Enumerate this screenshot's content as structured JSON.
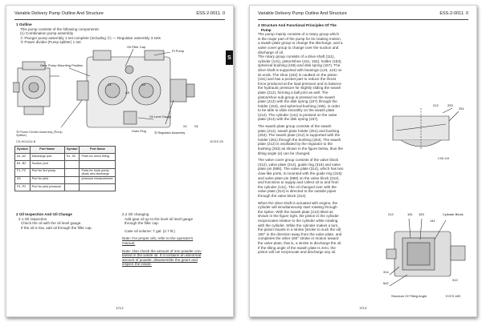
{
  "page1": {
    "header_title": "Variable Delivery Pump Outline And Structure",
    "header_code": "ESS-2-0011. 0",
    "section1": {
      "title": "1  Outline",
      "lines": [
        "This pump consists of the following components:",
        "(1) Combination pump assembly",
        "① Plunger pump assembly 1 set complete (including ②) — Regulator assembly 3 sets",
        "③ Power divider (Pump splitter) 1 set"
      ]
    },
    "figure_labels": {
      "oil_filler_cap": "Oil Filler Cap",
      "gear_pump_mounting": "Gear Pump Mounting Position",
      "pi_pump": "Pi Pump",
      "oil_level_gauge": "Oil Level Gauge",
      "drain_plug": "Drain Plug",
      "power_divider": "③ Power Divider Assembly (Pump Splitter)",
      "regulator": "② Regulator Assembly",
      "fig_id_left": "CS-H0142U-B",
      "fig_id_right": "ECES-3S",
      "a1": "A1",
      "a2": "A2",
      "a3": "A3",
      "s1": "S1",
      "x1": "X1"
    },
    "table": {
      "headers": [
        "Symbol",
        "Port Name",
        "Symbol",
        "Port Name"
      ],
      "rows": [
        [
          "A1, A2",
          "Discharge port",
          "S1, S2",
          "Ports for servo filling"
        ],
        [
          "B1, B2",
          "Suction port",
          "",
          ""
        ],
        [
          "F1, F2",
          "Port for 3rd pump",
          "",
          "Ports for hook pump (leak) and discharge"
        ],
        [
          "A3",
          "Port for pilot",
          "",
          "pressure measurement"
        ],
        [
          "P1, P2",
          "Port for pilot pressure",
          "",
          ""
        ]
      ]
    },
    "section2": {
      "title": "2  Oil Inspection And Oil Change",
      "sub1": "2.1 Oil inspection",
      "lines1": [
        "Check the oil with the oil level gauge.",
        "If the oil is low, add oil through the filler cap."
      ],
      "sub2": "2.2 Oil changing",
      "lines2": [
        "Add gear oil up to the level        oil level gauge",
        "through the filler cap.",
        "",
        "Case oil volume:  7 gal. (2.7 lit.)",
        ""
      ],
      "note1": [
        "Note: For proper oils, refer to the operator's",
        "manual."
      ],
      "note2": [
        "Note: Also check the amount of iron powder con-",
        "tained in the waste oil. If it contains an abnormal",
        "amount of powder, disassemble the gears and",
        "inspect the inside."
      ]
    },
    "side_tab": "S",
    "footer": "1/12"
  },
  "page2": {
    "header_title": "Variable Delivery Pump Outline And Structure",
    "header_code": "ESS-2-0011. 0",
    "section3_title": [
      "3  Structure And Functional Principles Of The",
      "   Pump"
    ],
    "para1": [
      "The pump mainly consists of a rotary group which",
      "is the major part of the pump for its rotating motion,",
      "a swash plate group to change the discharge, and a",
      "valve cover group to change over the suction and",
      "discharge of oil.",
      "The rotary group consists of a drive shaft (111),",
      "cylinder (141), piston/shoe (151, 152), holder (153),",
      "spherical bushing (156) and disk spring (157). The",
      "drive shaft is supported with bearings (123, 124) on",
      "its ends. The shoe (152) is caulked on the piston",
      "(151) and has a pocket part to reduce the thrust",
      "force produced at the load pressure and to balance",
      "the hydraulic pressure for slightly sliding the swash",
      "plate (212), forming a ball joint as well. The",
      "piston/shoe sub-group is pressed on the swash",
      "plate (212) with the disk spring (157) through the",
      "holder (153), and spherical bushing (156), in order",
      "to be able to slide smoothly on the swash plate",
      "(212). The cylinder (141) is pressed on the valve",
      "plate (314) with the disk spring (157)."
    ],
    "para2": [
      "The swash plate group consists of the swash",
      "plate (212), swash plate holder (251) and bushing",
      "(253). The swash plate (212) is supported with the",
      "holder (251) through the bushing (253). The swash",
      "plate (212) is oscillated by the regulator to the",
      "bushing (253) as shown in the figure below, thus the",
      "tilting angle (α) can be changed."
    ],
    "para3": [
      "The valve cover group consists of the valve block",
      "(312), valve plate (314), guide ring (315) and valve",
      "plate pin (888). The valve plate (314), which has two",
      "claw-like ports, is mounted with the guide ring (315)",
      "and valve plate pin (888) on the valve block (312),",
      "and functions to supply and collect oil to and from",
      "the cylinder (141). The oil changed over with the",
      "valve plate (314) is directed to the outside pipes",
      "through the valve block (312)."
    ],
    "para4": [
      "When the drive shaft is actuated with engine, the",
      "cylinder will simultaneously start rotating through",
      "the spline. With the swash plate (212) tilted as",
      "shown in the figure right, the piston in the cylinder",
      "reciprocates relative to the cylinder while rotating",
      "with the cylinder. While the cylinder makes a turn,",
      "the piston travels in a stroke (stroke to suck the oil)",
      "180° in the direction away from the valve plate, and",
      "completes the other 180° stroke or motion toward",
      "the valve plate, that is, a stroke to discharge the oil.",
      "If the tilting angle of the swash plate is zero, the",
      "piston will not reciprocate and discharge any oil."
    ],
    "fig1_labels": {
      "l212": "212",
      "l253": "253",
      "l251": "251",
      "id": "C95-119"
    },
    "fig2_labels": {
      "cylinder_block": "Cylinder Block",
      "l212": "212",
      "l151": "151",
      "l153": "153",
      "l141": "141",
      "l314": "314",
      "l312": "312",
      "l542": "542",
      "caption": "Structure Of Tilting Angle",
      "id": "ECES-68S"
    },
    "footer": "2/12"
  }
}
